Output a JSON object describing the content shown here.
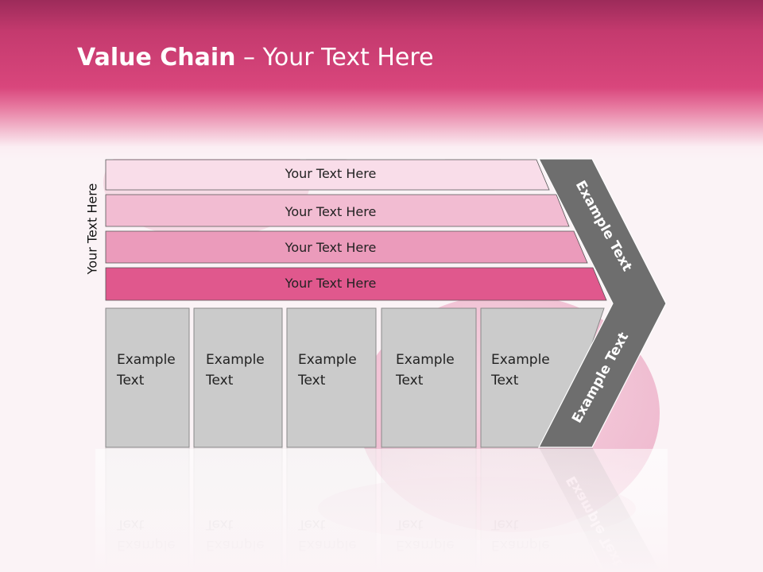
{
  "title": {
    "bold": "Value Chain",
    "rest": " – Your Text Here"
  },
  "side_label": "Your Text Here",
  "bars": [
    {
      "label": "Your Text Here",
      "color": "#f9dde9"
    },
    {
      "label": "Your Text Here",
      "color": "#f2bcd2"
    },
    {
      "label": "Your Text Here",
      "color": "#eb9bbb"
    },
    {
      "label": "Your Text Here",
      "color": "#e0588d"
    }
  ],
  "boxes": [
    {
      "line1": "Example",
      "line2": "Text"
    },
    {
      "line1": "Example",
      "line2": "Text"
    },
    {
      "line1": "Example",
      "line2": "Text"
    },
    {
      "line1": "Example",
      "line2": "Text"
    },
    {
      "line1": "Example",
      "line2": "Text"
    }
  ],
  "chevron": {
    "upper_label": "Example Text",
    "lower_label": "Example Text",
    "color": "#6e6e6e"
  },
  "colors": {
    "header": "#d9467c",
    "box_fill": "#cbcbcb",
    "box_stroke": "#8a8a8a"
  }
}
